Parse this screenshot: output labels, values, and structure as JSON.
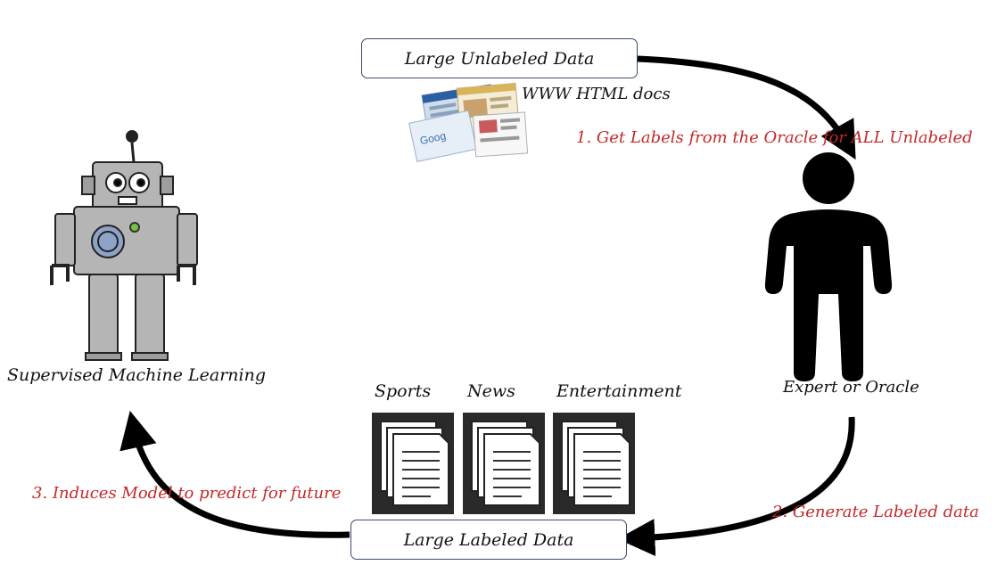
{
  "nodes": {
    "unlabeled_data": "Large Unlabeled Data",
    "html_docs": "WWW HTML docs",
    "oracle": "Expert or Oracle",
    "labeled_data": "Large Labeled Data",
    "supervised_ml": "Supervised Machine Learning"
  },
  "steps": {
    "step1": "1. Get Labels from the Oracle for ALL Unlabeled",
    "step2": "2. Generate Labeled data",
    "step3": "3. Induces Model to predict for future"
  },
  "categories": [
    "Sports",
    "News",
    "Entertainment"
  ],
  "colors": {
    "step_text": "#c62828",
    "arrow": "#000000",
    "box_border": "#3a4a6a",
    "robot_body": "#b5b5b5"
  },
  "icons": {
    "robot": "robot-icon",
    "person": "person-icon",
    "documents": "document-stack-icon",
    "web_pages": "web-pages-icon"
  }
}
